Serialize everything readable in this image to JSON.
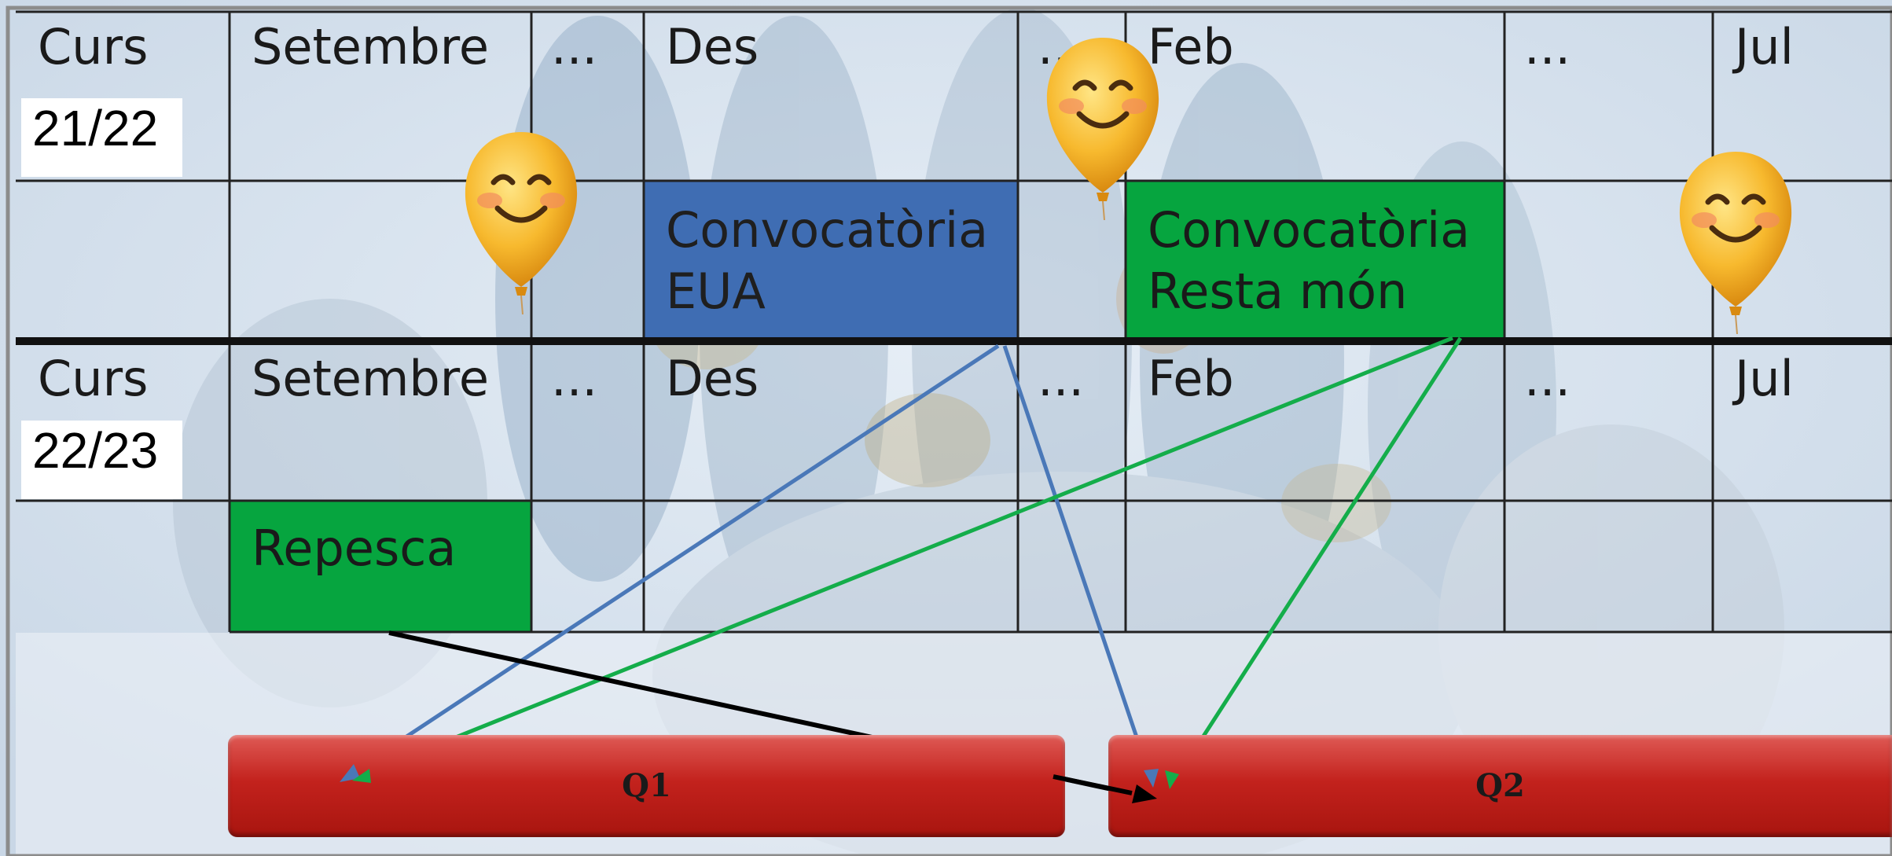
{
  "top_table": {
    "year_label": "Curs",
    "year": "21/22",
    "months": [
      "Setembre",
      "...",
      "Des",
      "...",
      "Feb",
      "...",
      "Jul"
    ],
    "calls": {
      "usa_line1": "Convocatòria",
      "usa_line2": "EUA",
      "world_line1": "Convocatòria",
      "world_line2": "Resta món"
    }
  },
  "bottom_table": {
    "year_label": "Curs",
    "year": "22/23",
    "months": [
      "Setembre",
      "...",
      "Des",
      "...",
      "Feb",
      "...",
      "Jul"
    ],
    "calls": {
      "repesca": "Repesca"
    }
  },
  "semesters": {
    "q1": "Q1",
    "q2": "Q2"
  },
  "colors": {
    "usa_call": "#3f6db3",
    "world_call": "#06a53f",
    "repesca": "#06a53f",
    "semester_bar": "#c3221d",
    "arrow_blue": "#4a78b8",
    "arrow_green": "#14ad4a",
    "arrow_black": "#000000"
  },
  "icons": [
    "smiling-balloon-icon",
    "smiling-balloon-icon",
    "smiling-balloon-icon"
  ]
}
